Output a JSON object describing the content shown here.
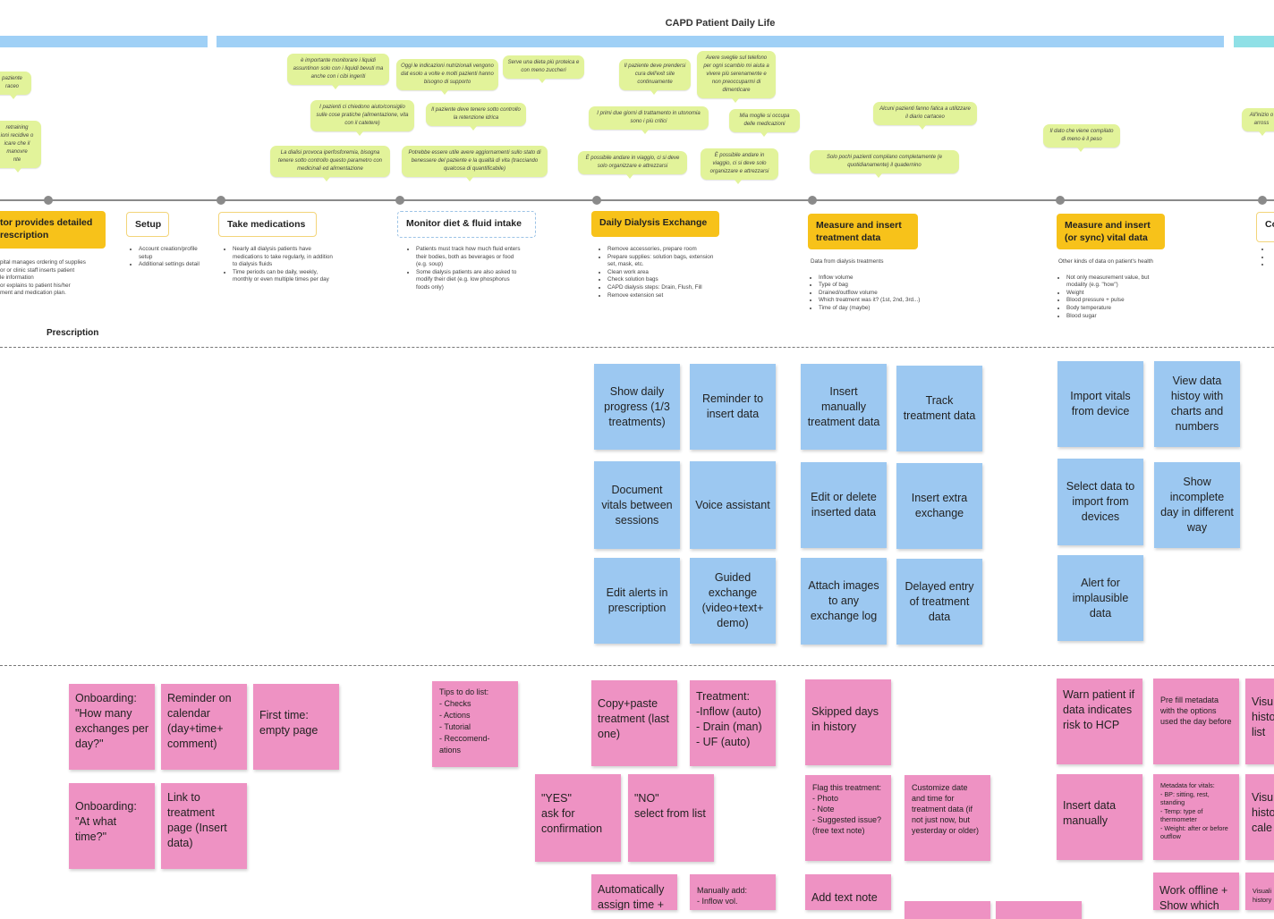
{
  "board": {
    "title": "CAPD Patient Daily Life"
  },
  "bubbles": [
    {
      "id": "b1",
      "text": "paziente\nraceo"
    },
    {
      "id": "b2",
      "text": "retraining\nioni recidive o\nicare che il\nmanovre\nnte"
    },
    {
      "id": "b3",
      "text": "è importante monitorare i liquidi assuntinon solo con i liquidi bevuti ma anche con i cibi ingeriti"
    },
    {
      "id": "b4",
      "text": "Oggi le indicazioni nutrizionali vengono dat esolo a volte e molti pazienti hanno bisogno di supporto"
    },
    {
      "id": "b5",
      "text": "Serve una dieta più proteica e con meno zuccheri"
    },
    {
      "id": "b6",
      "text": "I pazienti ci chiedono aiuto/consiglio sulle cose pratiche (alimentazione, vita con il catetere)"
    },
    {
      "id": "b7",
      "text": "Il paziente deve tenere sotto controllo la retenzione idrica"
    },
    {
      "id": "b8",
      "text": "La dialisi provoca iperfosforemia, bisogna tenere sotto controllo questo parametro con medicinali ed alimentazione"
    },
    {
      "id": "b9",
      "text": "Potrebbe essere utile avere aggiornamenti sullo stato di benessere del paziente e la qualità di vita (tracciando qualcosa di quantificabile)"
    },
    {
      "id": "b10",
      "text": "Il paziente deve prendersi cura dell'exit site continuamente"
    },
    {
      "id": "b11",
      "text": "Avere sveglie sul telefono per ogni scambio mi aiuta a vivere più serenamente e non preoccuparmi di dimenticare"
    },
    {
      "id": "b12",
      "text": "I primi due giorni di trattamento in utonomia sono i più critici"
    },
    {
      "id": "b13",
      "text": "Mia moglie si occupa delle medicazioni"
    },
    {
      "id": "b14",
      "text": "È possibile andare in viaggio, ci si deve solo organizzare e attrezzarsi"
    },
    {
      "id": "b15",
      "text": "È possibile andare in viaggio, ci si deve solo organizzare e attrezzarsi"
    },
    {
      "id": "b16",
      "text": "Alcuni pazienti fanno fatica a utilizzare il diario cartaceo"
    },
    {
      "id": "b17",
      "text": "Solo pochi pazienti compilano completamente (e quotidianamente) il quadernino"
    },
    {
      "id": "b18",
      "text": "Il dato che viene compilato di meno è il peso"
    },
    {
      "id": "b19",
      "text": "All'inizio o\narross"
    }
  ],
  "stages": [
    {
      "id": "prescription",
      "label": "tor provides detailed\nrescription"
    },
    {
      "id": "setup",
      "label": "Setup"
    },
    {
      "id": "meds",
      "label": "Take medications"
    },
    {
      "id": "diet",
      "label": "Monitor diet & fluid intake"
    },
    {
      "id": "exchange",
      "label": "Daily Dialysis Exchange"
    },
    {
      "id": "treatment",
      "label": "Measure and insert\ntreatment data"
    },
    {
      "id": "vitals",
      "label": "Measure and insert\n(or sync) vital data"
    },
    {
      "id": "cut",
      "label": "Co"
    }
  ],
  "descriptions": {
    "prescription": [
      "pital manages ordering of supplies",
      "or or clinic staff inserts patient",
      "le information",
      "or explains to patient his/her",
      "ment and medication plan."
    ],
    "setup": [
      "Account creation/profile setup",
      "Additional settings detail"
    ],
    "meds": [
      "Nearly all dialysis patients have medications to take regularly, in addition to dialysis fluids",
      "Time periods can be daily, weekly, monthly or even multiple times per day"
    ],
    "diet": [
      "Patients must track how much fluid enters their bodies, both as beverages or food (e.g. soup)",
      "Some dialysis patients are also asked to modify their diet (e.g. low phosphorus foods only)"
    ],
    "exchange": [
      "Remove accessories, prepare room",
      "Prepare supplies: solution bags, extension set, mask, etc.",
      "Clean work area",
      "Check solution bags",
      "CAPD dialysis steps: Drain, Flush, Fill",
      "Remove extension set"
    ],
    "treatment_intro": "Data from dialysis treatments",
    "treatment": [
      "Inflow volume",
      "Type of bag",
      "Drained/outflow volume",
      "Which treatment was it? (1st, 2nd, 3rd...)",
      "Time of day (maybe)"
    ],
    "vitals_intro": "Other kinds of data on patient's health",
    "vitals": [
      "Not only measurement value, but modality (e.g. \"how\")",
      "Weight",
      "Blood pressure + pulse",
      "Body temperature",
      "Blood sugar"
    ],
    "cut": [
      "",
      "",
      ""
    ]
  },
  "section_label": "Prescription",
  "blue_stickies": [
    {
      "id": "s1",
      "text": "Show daily progress (1/3 treatments)"
    },
    {
      "id": "s2",
      "text": "Reminder to insert data"
    },
    {
      "id": "s3",
      "text": "Document vitals between sessions"
    },
    {
      "id": "s4",
      "text": "Voice assistant"
    },
    {
      "id": "s5",
      "text": "Edit alerts in prescription"
    },
    {
      "id": "s6",
      "text": "Guided exchange (video+text+ demo)"
    },
    {
      "id": "s7",
      "text": "Insert manually treatment data"
    },
    {
      "id": "s8",
      "text": "Track treatment data"
    },
    {
      "id": "s9",
      "text": "Edit or delete inserted data"
    },
    {
      "id": "s10",
      "text": "Insert extra exchange"
    },
    {
      "id": "s11",
      "text": "Attach images to any exchange log"
    },
    {
      "id": "s12",
      "text": "Delayed entry of treatment data"
    },
    {
      "id": "s13",
      "text": "Import vitals from device"
    },
    {
      "id": "s14",
      "text": "View data histoy with charts and numbers"
    },
    {
      "id": "s15",
      "text": "Select data to import from devices"
    },
    {
      "id": "s16",
      "text": "Show incomplete day in different way"
    },
    {
      "id": "s17",
      "text": "Alert for implausible data"
    }
  ],
  "pink_stickies": [
    {
      "id": "p1",
      "text": "Onboarding: \"How many exchanges per day?\""
    },
    {
      "id": "p2",
      "text": "Reminder on calendar (day+time+ comment)"
    },
    {
      "id": "p3",
      "text": "First time: empty page"
    },
    {
      "id": "p4",
      "text": "Onboarding: \"At what time?\""
    },
    {
      "id": "p5",
      "text": "Link to treatment page (Insert data)"
    },
    {
      "id": "p6",
      "text": "Tips to do list:\n- Checks\n- Actions\n- Tutorial\n- Reccomend-\nations"
    },
    {
      "id": "p7",
      "text": "Copy+paste treatment (last one)"
    },
    {
      "id": "p8",
      "text": "Treatment:\n-Inflow (auto)\n- Drain (man)\n- UF (auto)"
    },
    {
      "id": "p9",
      "text": "\"YES\"\nask for confirmation"
    },
    {
      "id": "p10",
      "text": "\"NO\"\nselect from list"
    },
    {
      "id": "p11",
      "text": "Automatically assign time +"
    },
    {
      "id": "p12",
      "text": "Manually add:\n- Inflow vol."
    },
    {
      "id": "p13",
      "text": "Skipped days in history"
    },
    {
      "id": "p14",
      "text": "Flag this treatment:\n- Photo\n- Note\n- Suggested issue? (free text note)"
    },
    {
      "id": "p15",
      "text": "Customize date and time for treatment data (if not just now, but yesterday or older)"
    },
    {
      "id": "p16",
      "text": "Add text note"
    },
    {
      "id": "p17",
      "text": "Warn patient if data indicates risk to HCP"
    },
    {
      "id": "p18",
      "text": "Pre fill metadata with the options used the day before"
    },
    {
      "id": "p19",
      "text": "Visu\nhisto\nlist"
    },
    {
      "id": "p20",
      "text": "Insert data manually"
    },
    {
      "id": "p21",
      "text": "Metadata for vitals:\n- BP: sitting, rest, standing\n- Temp: type of thermometer\n- Weight: after or before outflow"
    },
    {
      "id": "p22",
      "text": "Visu\nhisto\ncale"
    },
    {
      "id": "p23",
      "text": "Work offline + Show which"
    },
    {
      "id": "p24",
      "text": "Visuali\nhistory"
    }
  ]
}
